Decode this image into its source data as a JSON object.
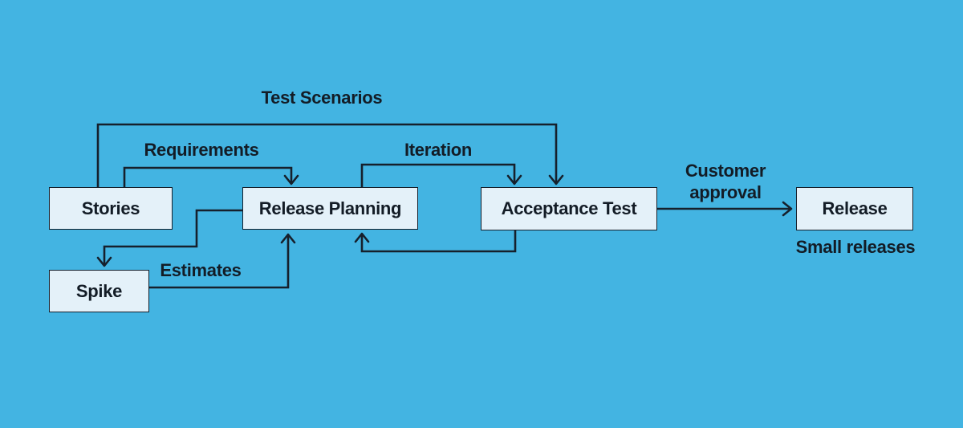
{
  "colors": {
    "background": "#43b4e2",
    "node_fill": "#e4f1f9",
    "node_border": "#16202c",
    "connector": "#16202c",
    "text": "#131c26"
  },
  "diagram": {
    "nodes": [
      {
        "id": "stories",
        "label": "Stories"
      },
      {
        "id": "release-planning",
        "label": "Release Planning"
      },
      {
        "id": "acceptance-test",
        "label": "Acceptance Test"
      },
      {
        "id": "release",
        "label": "Release"
      },
      {
        "id": "spike",
        "label": "Spike"
      }
    ],
    "edge_labels": {
      "test_scenarios": "Test Scenarios",
      "requirements": "Requirements",
      "iteration": "Iteration",
      "customer_approval": "Customer approval",
      "estimates": "Estimates"
    },
    "caption_small_releases": "Small releases",
    "edges": [
      {
        "from": "stories",
        "to": "acceptance-test",
        "label": "Test Scenarios"
      },
      {
        "from": "stories",
        "to": "release-planning",
        "label": "Requirements"
      },
      {
        "from": "release-planning",
        "to": "acceptance-test",
        "label": "Iteration"
      },
      {
        "from": "acceptance-test",
        "to": "release-planning",
        "label": ""
      },
      {
        "from": "acceptance-test",
        "to": "release",
        "label": "Customer approval"
      },
      {
        "from": "release-planning",
        "to": "spike",
        "label": ""
      },
      {
        "from": "spike",
        "to": "release-planning",
        "label": "Estimates"
      }
    ]
  }
}
